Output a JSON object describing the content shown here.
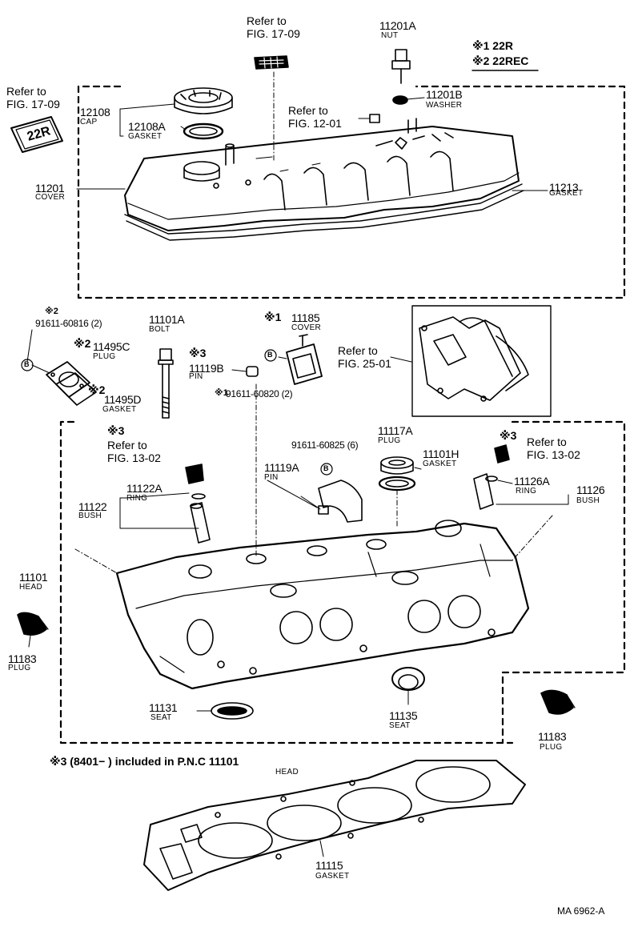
{
  "legend": {
    "line1": "※1 22R",
    "line2": "※2 22REC",
    "line3": "※3 (8401−     ) included in P.N.C  11101",
    "line3_sub": "HEAD"
  },
  "refs": {
    "fig_17_09_top": [
      "Refer to",
      "FIG. 17-09"
    ],
    "fig_17_09_left": [
      "Refer to",
      "FIG. 17-09"
    ],
    "fig_12_01": [
      "Refer to",
      "FIG. 12-01"
    ],
    "fig_25_01": [
      "Refer to",
      "FIG. 25-01"
    ],
    "fig_13_02_left": [
      "Refer to",
      "FIG. 13-02"
    ],
    "fig_13_02_right": [
      "Refer to",
      "FIG. 13-02"
    ]
  },
  "badge_text": "22R",
  "parts": [
    {
      "id": "11201A",
      "name": "NUT"
    },
    {
      "id": "11201B",
      "name": "WASHER"
    },
    {
      "id": "12108",
      "name": "CAP"
    },
    {
      "id": "12108A",
      "name": "GASKET"
    },
    {
      "id": "11201",
      "name": "COVER"
    },
    {
      "id": "11213",
      "name": "GASKET"
    },
    {
      "id": "91611-60816 (2)",
      "name": "",
      "mark": "※2"
    },
    {
      "id": "11495C",
      "name": "PLUG",
      "mark": "※2"
    },
    {
      "id": "11495D",
      "name": "GASKET",
      "mark": "※2"
    },
    {
      "id": "11101A",
      "name": "BOLT"
    },
    {
      "id": "11119B",
      "name": "PIN",
      "mark": "※3"
    },
    {
      "id": "11185",
      "name": "COVER",
      "mark": "※1"
    },
    {
      "id": "91611-60820 (2)",
      "name": "",
      "mark": "※1"
    },
    {
      "id": "11117A",
      "name": "PLUG"
    },
    {
      "id": "91611-60825 (6)",
      "name": ""
    },
    {
      "id": "11101H",
      "name": "GASKET"
    },
    {
      "id": "11119A",
      "name": "PIN"
    },
    {
      "id": "11122A",
      "name": "RING"
    },
    {
      "id": "11122",
      "name": "BUSH"
    },
    {
      "id": "11126A",
      "name": "RING"
    },
    {
      "id": "11126",
      "name": "BUSH"
    },
    {
      "id": "11101",
      "name": "HEAD"
    },
    {
      "id": "11183",
      "name": "PLUG"
    },
    {
      "id": "11131",
      "name": "SEAT"
    },
    {
      "id": "11135",
      "name": "SEAT"
    },
    {
      "id": "11183",
      "name": "PLUG"
    },
    {
      "id": "11115",
      "name": "GASKET"
    }
  ],
  "circle_b": "B",
  "marks": {
    "m1": "※1",
    "m2": "※2",
    "m3": "※3"
  },
  "footer_code": "MA  6962-A"
}
